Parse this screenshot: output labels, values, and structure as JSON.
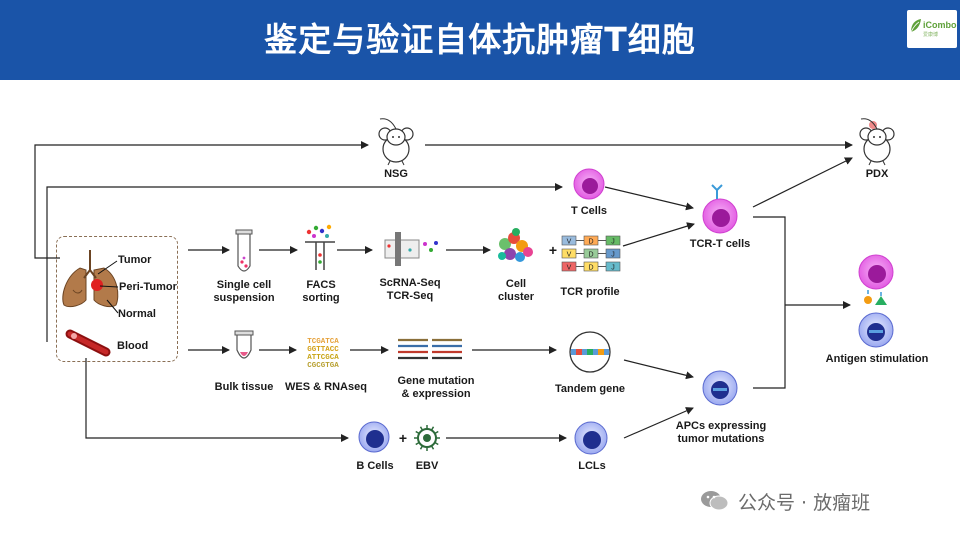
{
  "header": {
    "title": "鉴定与验证自体抗肿瘤T细胞",
    "logo_text": "iCombo",
    "logo_subtext": "爱康博"
  },
  "tissues": {
    "tumor": "Tumor",
    "peri_tumor": "Peri-Tumor",
    "normal": "Normal",
    "blood": "Blood"
  },
  "nodes": {
    "nsg": "NSG",
    "pdx": "PDX",
    "t_cells": "T Cells",
    "tcr_t_cells": "TCR-T cells",
    "single_cell_suspension": "Single cell\nsuspension",
    "facs_sorting": "FACS\nsorting",
    "scrna_seq": "ScRNA-Seq\nTCR-Seq",
    "cell_cluster": "Cell\ncluster",
    "tcr_profile": "TCR profile",
    "bulk_tissue": "Bulk tissue",
    "wes_rnaseq": "WES & RNAseq",
    "gene_mutation": "Gene mutation\n& expression",
    "tandem_gene": "Tandem gene",
    "apcs": "APCs expressing\ntumor mutations",
    "antigen_stimulation": "Antigen stimulation",
    "b_cells": "B Cells",
    "ebv": "EBV",
    "lcls": "LCLs",
    "plus_sign": "+"
  },
  "tcr_segments": [
    [
      "V",
      "D",
      "J"
    ],
    [
      "V",
      "D",
      "J"
    ],
    [
      "V",
      "D",
      "J"
    ]
  ],
  "dna_sequences": [
    "TCGATCA",
    "GGTTACC",
    "ATTCGCA",
    "CGCGTGA"
  ],
  "watermark": "公众号 · 放瘤班",
  "colors": {
    "header_bg": "#1a54a8",
    "t_cell": "#d63fd6",
    "b_cell": "#1f2f8f",
    "arrow": "#222222"
  }
}
